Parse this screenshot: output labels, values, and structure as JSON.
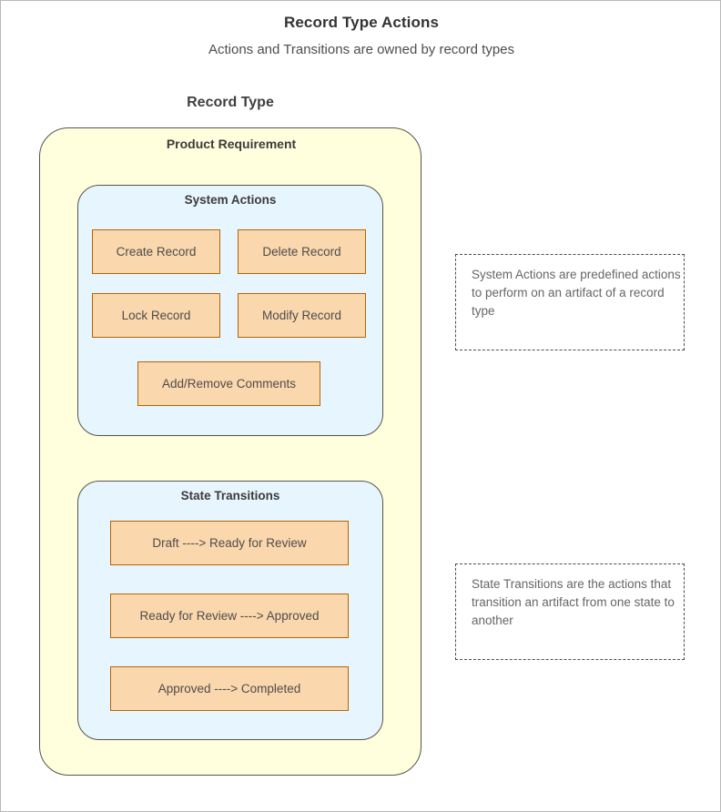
{
  "header": {
    "title": "Record Type Actions",
    "subtitle": "Actions and Transitions are owned by record types"
  },
  "record_type": {
    "label": "Record Type",
    "name": "Product Requirement"
  },
  "groups": {
    "system_actions": {
      "title": "System Actions",
      "actions": [
        "Create Record",
        "Delete Record",
        "Lock Record",
        "Modify Record",
        "Add/Remove Comments"
      ]
    },
    "state_transitions": {
      "title": "State Transitions",
      "transitions": [
        "Draft ----> Ready for Review",
        "Ready for Review ----> Approved",
        "Approved ----> Completed"
      ]
    }
  },
  "notes": {
    "system_actions": "System Actions are predefined actions to perform on an artifact of a record type",
    "state_transitions": "State Transitions are the actions that transition an artifact from one state to another"
  },
  "colors": {
    "record_type_fill": "#ffffdd",
    "group_fill": "#e7f5ff",
    "action_fill": "#fad7ac",
    "action_stroke": "#b46504",
    "container_stroke": "#55544f",
    "note_stroke": "#4d4d4d",
    "text": "#4d4d4d"
  }
}
